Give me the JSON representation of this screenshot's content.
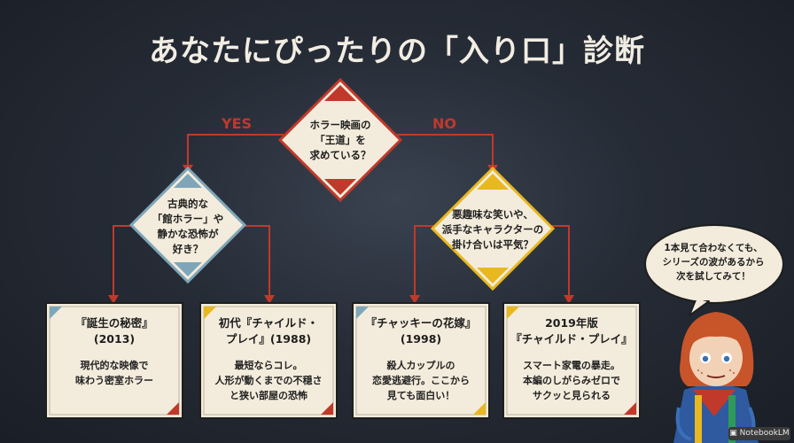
{
  "title": "あなたにぴったりの「入り口」診断",
  "branches": {
    "yes": "YES",
    "no": "NO"
  },
  "questions": {
    "root": [
      "ホラー映画の",
      "「王道」を",
      "求めている？"
    ],
    "left": [
      "古典的な",
      "「館ホラー」や",
      "静かな恐怖が",
      "好き？"
    ],
    "right": [
      "悪趣味な笑いや、",
      "派手なキャラクターの",
      "掛け合いは平気？"
    ]
  },
  "cards": [
    {
      "title": [
        "『誕生の秘密』",
        "(2013)"
      ],
      "body": [
        "現代的な映像で",
        "味わう密室ホラー"
      ]
    },
    {
      "title": [
        "初代『チャイルド・",
        "プレイ』(1988)"
      ],
      "body": [
        "最短ならコレ。",
        "人形が動くまでの不穏さ",
        "と狭い部屋の恐怖"
      ]
    },
    {
      "title": [
        "『チャッキーの花嫁』",
        "(1998)"
      ],
      "body": [
        "殺人カップルの",
        "恋愛逃避行。ここから",
        "見ても面白い！"
      ]
    },
    {
      "title": [
        "2019年版",
        "『チャイルド・プレイ』"
      ],
      "body": [
        "スマート家電の暴走。",
        "本編のしがらみゼロで",
        "サクッと見られる"
      ]
    }
  ],
  "bubble": [
    "1本見て合わなくても、",
    "シリーズの波があるから",
    "次を試してみて！"
  ],
  "badge": "NotebookLM",
  "colors": {
    "red": "#c0392b",
    "blue": "#7fa6b8",
    "yellow": "#e8b820",
    "card": "#f3ecdc",
    "title": "#f2ede3"
  }
}
